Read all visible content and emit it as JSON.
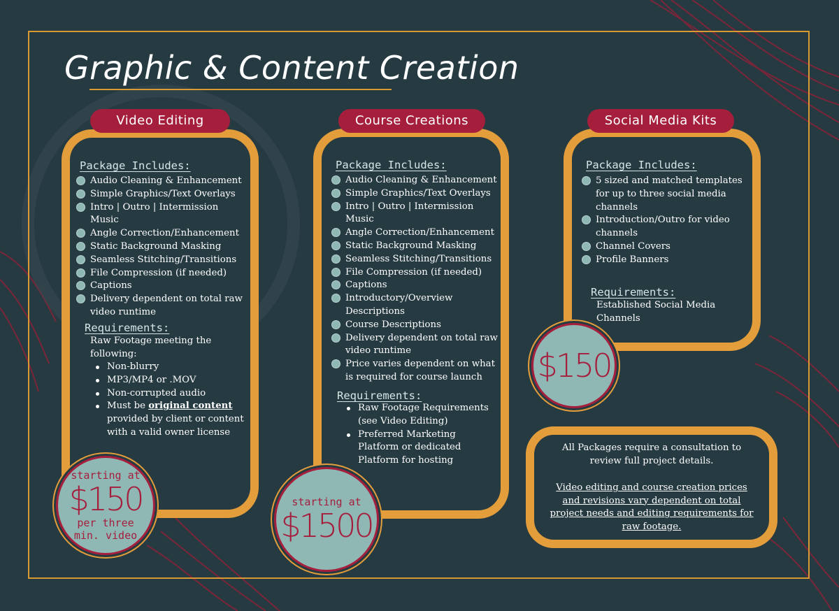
{
  "title": "Graphic & Content Creation",
  "colors": {
    "background": "#263a42",
    "accent_gold": "#e39d3b",
    "accent_red": "#a51f3d",
    "teal": "#8fb8b5"
  },
  "video_editing": {
    "label": "Video Editing",
    "package_heading": "Package Includes:",
    "items": [
      "Audio Cleaning & Enhancement",
      "Simple Graphics/Text Overlays",
      "Intro | Outro | Intermission Music",
      "Angle Correction/Enhancement",
      "Static Background Masking",
      "Seamless Stitching/Transitions",
      "File Compression (if needed)",
      "Captions",
      "Delivery dependent on total raw video runtime"
    ],
    "requirements_heading": "Requirements:",
    "requirements_intro": "Raw Footage meeting the following:",
    "requirements": [
      "Non-blurry",
      "MP3/MP4 or .MOV",
      "Non-corrupted audio"
    ],
    "req_last_prefix": "Must be ",
    "req_last_emph": "original content",
    "req_last_suffix": " provided by client or content with a valid owner license",
    "price_top": "starting at",
    "price": "$150",
    "price_bottom": "per three min. video"
  },
  "course_creations": {
    "label": "Course Creations",
    "package_heading": "Package Includes:",
    "items": [
      "Audio Cleaning & Enhancement",
      "Simple Graphics/Text Overlays",
      "Intro | Outro | Intermission Music",
      "Angle Correction/Enhancement",
      "Static Background Masking",
      "Seamless Stitching/Transitions",
      "File Compression (if needed)",
      "Captions",
      "Introductory/Overview Descriptions",
      "Course Descriptions",
      "Delivery dependent on total raw video runtime",
      "Price varies dependent on what is required for course launch"
    ],
    "requirements_heading": "Requirements:",
    "requirements": [
      "Raw Footage Requirements (see Video Editing)",
      "Preferred Marketing Platform or dedicated Platform for hosting"
    ],
    "price_top": "starting at",
    "price": "$1500"
  },
  "social_media_kits": {
    "label": "Social Media Kits",
    "package_heading": "Package Includes:",
    "items": [
      "5 sized and matched templates for up to three social media channels",
      "Introduction/Outro for video channels",
      "Channel Covers",
      "Profile Banners"
    ],
    "requirements_heading": "Requirements:",
    "requirements_text": "Established Social Media Channels",
    "price": "$150"
  },
  "note": {
    "line1": "All Packages require a consultation to review full project details.",
    "line2": "Video editing and course creation prices and revisions vary dependent on total project needs and editing requirements for raw footage."
  }
}
